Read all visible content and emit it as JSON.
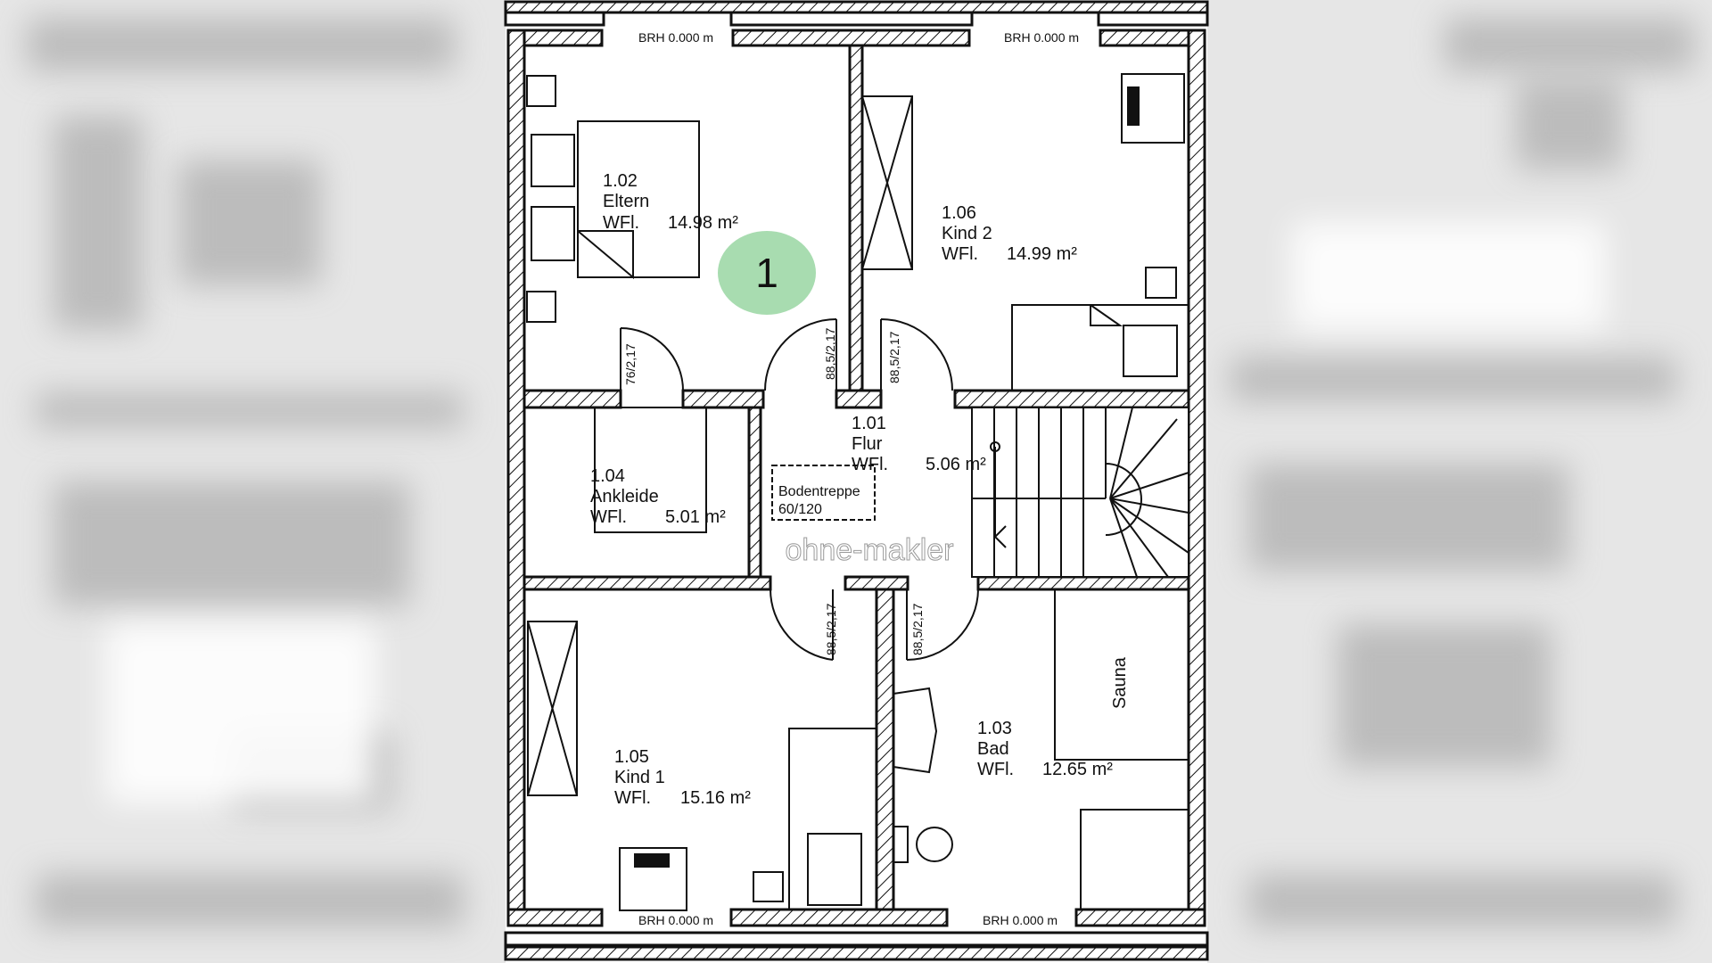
{
  "plan": {
    "marker": "1",
    "watermark": "ohne-makler",
    "rooms": [
      {
        "id": "1.02",
        "name": "Eltern",
        "wfl_label": "WFl.",
        "area": "14.98 m²"
      },
      {
        "id": "1.06",
        "name": "Kind 2",
        "wfl_label": "WFl.",
        "area": "14.99 m²"
      },
      {
        "id": "1.01",
        "name": "Flur",
        "wfl_label": "WFl.",
        "area": "5.06 m²"
      },
      {
        "id": "1.04",
        "name": "Ankleide",
        "wfl_label": "WFl.",
        "area": "5.01 m²"
      },
      {
        "id": "1.05",
        "name": "Kind 1",
        "wfl_label": "WFl.",
        "area": "15.16 m²"
      },
      {
        "id": "1.03",
        "name": "Bad",
        "wfl_label": "WFl.",
        "area": "12.65 m²"
      }
    ],
    "attic_stair": {
      "name": "Bodentreppe",
      "size": "60/120"
    },
    "sauna": "Sauna",
    "windows": [
      "BRH 0.000 m",
      "BRH 0.000 m",
      "BRH 0.000 m",
      "BRH 0.000 m"
    ],
    "doors": [
      "76/2,17",
      "88,5/2,17",
      "88,5/2,17",
      "88,5/2,17",
      "88,5/2,17"
    ],
    "colors": {
      "marker": "#a8dcb0",
      "wall_line": "#111111"
    }
  }
}
